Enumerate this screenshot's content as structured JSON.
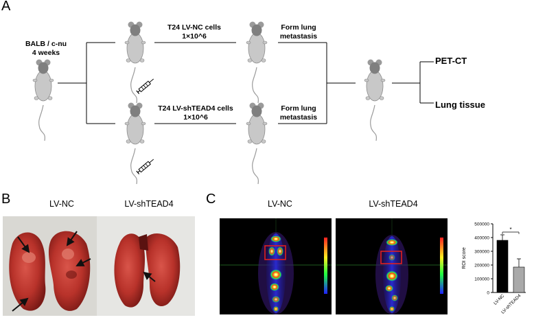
{
  "panels": {
    "a": {
      "letter": "A",
      "source_mouse_label_line1": "BALB / c-nu",
      "source_mouse_label_line2": "4 weeks",
      "top_injection_line1": "T24 LV-NC cells",
      "top_injection_line2": "1×10^6",
      "bottom_injection_line1": "T24 LV-shTEAD4 cells",
      "bottom_injection_line2": "1×10^6",
      "top_result_line1": "Form lung",
      "top_result_line2": "metastasis",
      "bottom_result_line1": "Form lung",
      "bottom_result_line2": "metastasis",
      "outcome_1": "PET-CT",
      "outcome_2": "Lung tissue"
    },
    "b": {
      "letter": "B",
      "label_left": "LV-NC",
      "label_right": "LV-shTEAD4"
    },
    "c": {
      "letter": "C",
      "label_left": "LV-NC",
      "label_right": "LV-shTEAD4"
    }
  },
  "colors": {
    "mouse_body": "#c8c8c8",
    "mouse_head": "#8c8c8c",
    "roi_box": "#e02020",
    "bar_lv_nc": "#000000",
    "bar_lv_shtead4": "#a9a9a9",
    "lung_tissue": "#b8322a",
    "pet_background": "#000000"
  },
  "chart_data": {
    "type": "bar",
    "categories": [
      "LV-NC",
      "LV-shTEAD4"
    ],
    "values": [
      380000,
      185000
    ],
    "errors": [
      40000,
      60000
    ],
    "ylabel": "ROI score",
    "ylim": [
      0,
      500000
    ],
    "yticks": [
      0,
      100000,
      200000,
      300000,
      400000,
      500000
    ],
    "ytick_labels": [
      "0",
      "100000",
      "200000",
      "300000",
      "400000",
      "500000"
    ],
    "significance": "*",
    "grid": false
  }
}
